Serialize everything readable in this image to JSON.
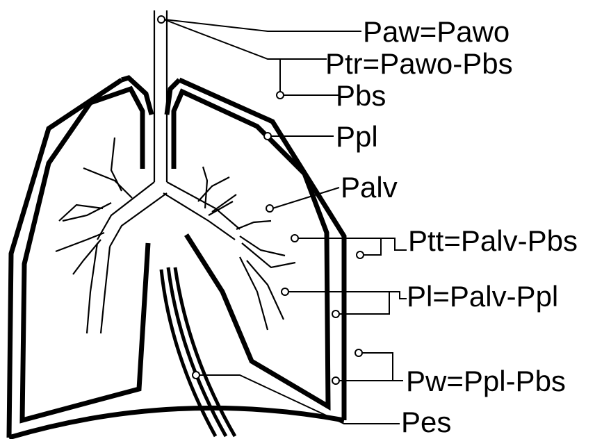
{
  "labels": {
    "paw": "Paw=Pawo",
    "ptr": "Ptr=Pawo-Pbs",
    "pbs": "Pbs",
    "ppl": "Ppl",
    "palv": "Palv",
    "ptt": "Ptt=Palv-Pbs",
    "pl": "Pl=Palv-Ppl",
    "pw": "Pw=Ppl-Pbs",
    "pes": "Pes"
  }
}
